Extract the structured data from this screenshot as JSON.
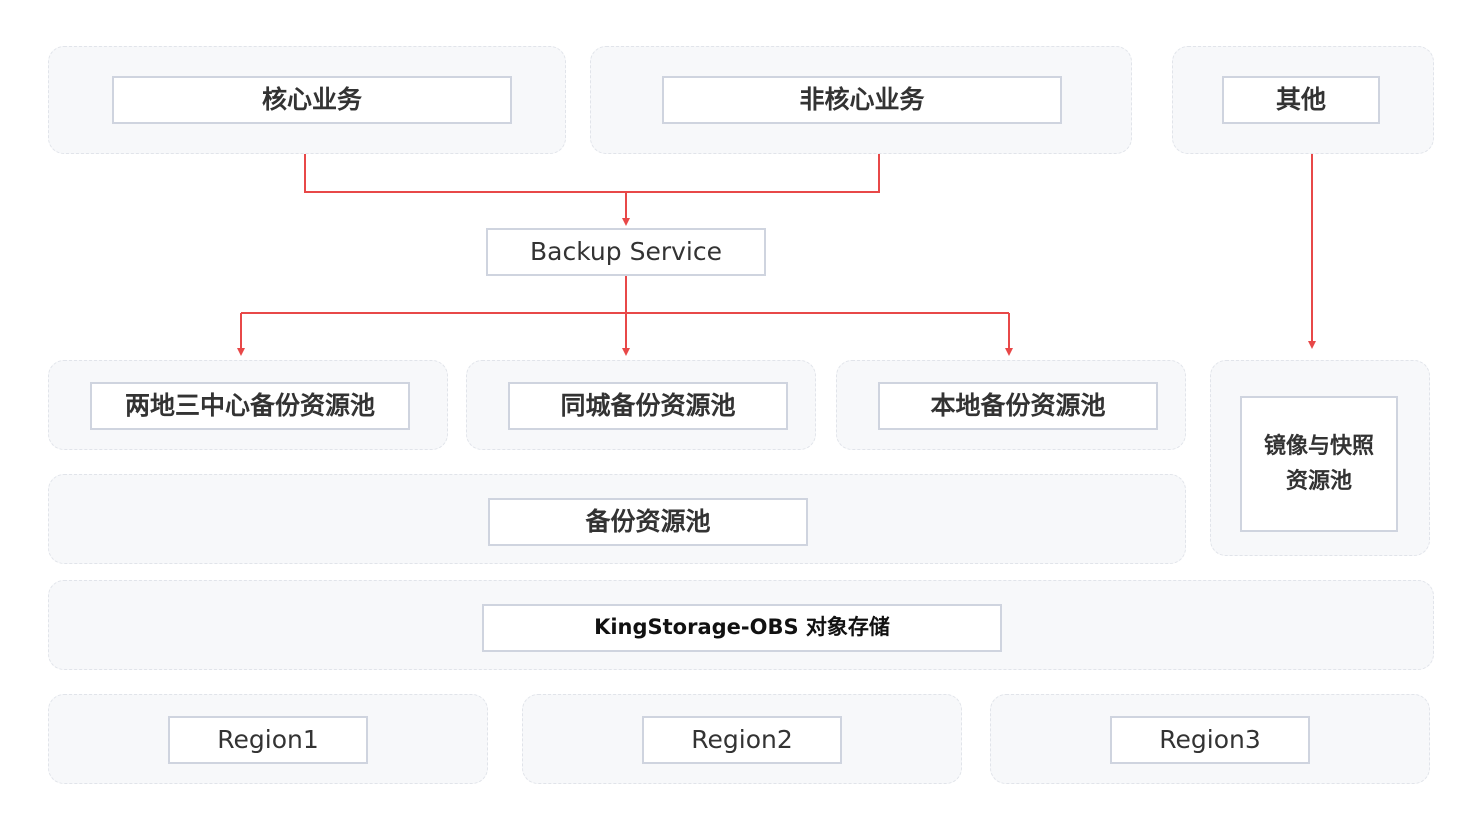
{
  "top": {
    "core": "核心业务",
    "noncore": "非核心业务",
    "other": "其他"
  },
  "backup_service": "Backup Service",
  "pools": {
    "two_sites_three_centers": "两地三中心备份资源池",
    "same_city": "同城备份资源池",
    "local": "本地备份资源池",
    "image_snapshot": "镜像与快照\n资源池",
    "backup_pool": "备份资源池"
  },
  "storage": "KingStorage-OBS 对象存储",
  "regions": [
    "Region1",
    "Region2",
    "Region3"
  ],
  "colors": {
    "connector": "#e84848",
    "panel_bg": "#f7f8fa",
    "panel_border": "#e1e4ea",
    "box_border": "#cfd4df"
  }
}
